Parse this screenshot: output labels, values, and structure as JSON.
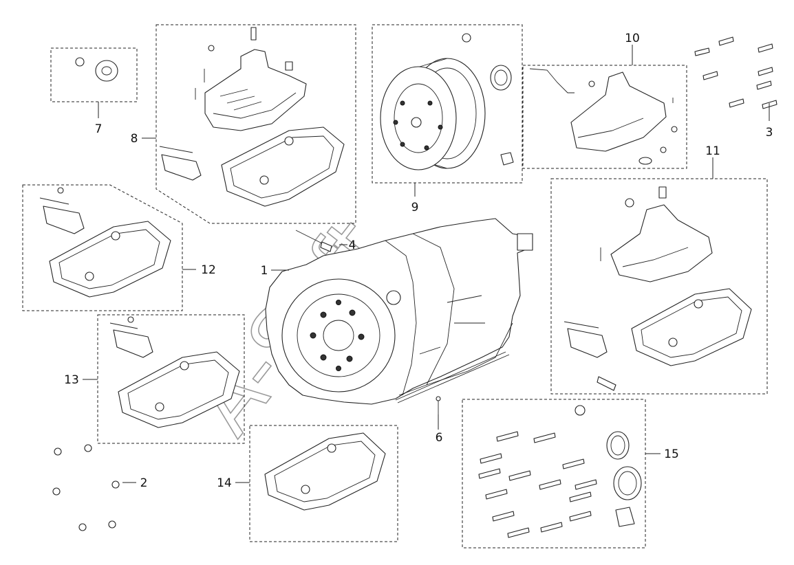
{
  "diagram": {
    "watermark": "A-Soft",
    "callouts": [
      "1",
      "2",
      "3",
      "4",
      "6",
      "7",
      "8",
      "9",
      "10",
      "11",
      "12",
      "13",
      "14",
      "15"
    ]
  }
}
